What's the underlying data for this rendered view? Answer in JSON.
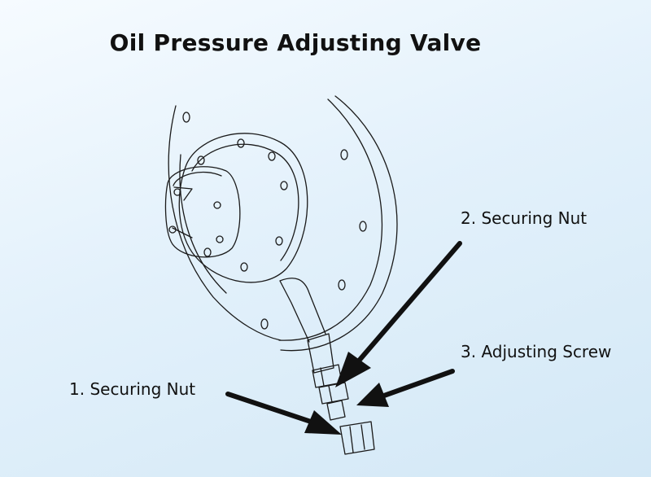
{
  "title": "Oil Pressure Adjusting Valve",
  "labels": {
    "securing_nut_1": "1. Securing Nut",
    "securing_nut_2": "2. Securing Nut",
    "adjusting_screw_3": "3. Adjusting Screw"
  },
  "colors": {
    "background_top": "#f6fbff",
    "background_bottom": "#d3e8f6",
    "ink": "#111111"
  }
}
